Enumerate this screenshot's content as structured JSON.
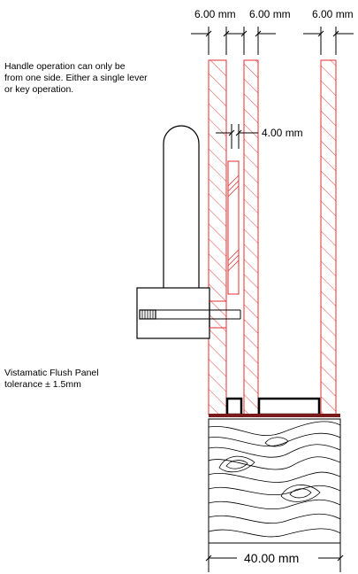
{
  "dimensions": {
    "top_left": "6.00 mm",
    "top_middle": "6.00 mm",
    "top_right": "6.00 mm",
    "mid_gap": "4.00 mm",
    "bottom_width": "40.00 mm"
  },
  "notes": {
    "handle_line1": "Handle operation can only be",
    "handle_line2": "from one side. Either a single lever",
    "handle_line3": "or key operation.",
    "panel_line1": "Vistamatic  Flush Panel",
    "panel_line2": "tolerance ± 1.5mm"
  },
  "colors": {
    "glass_hatch": "#e03030",
    "outline": "#000000",
    "handle": "#000000"
  }
}
